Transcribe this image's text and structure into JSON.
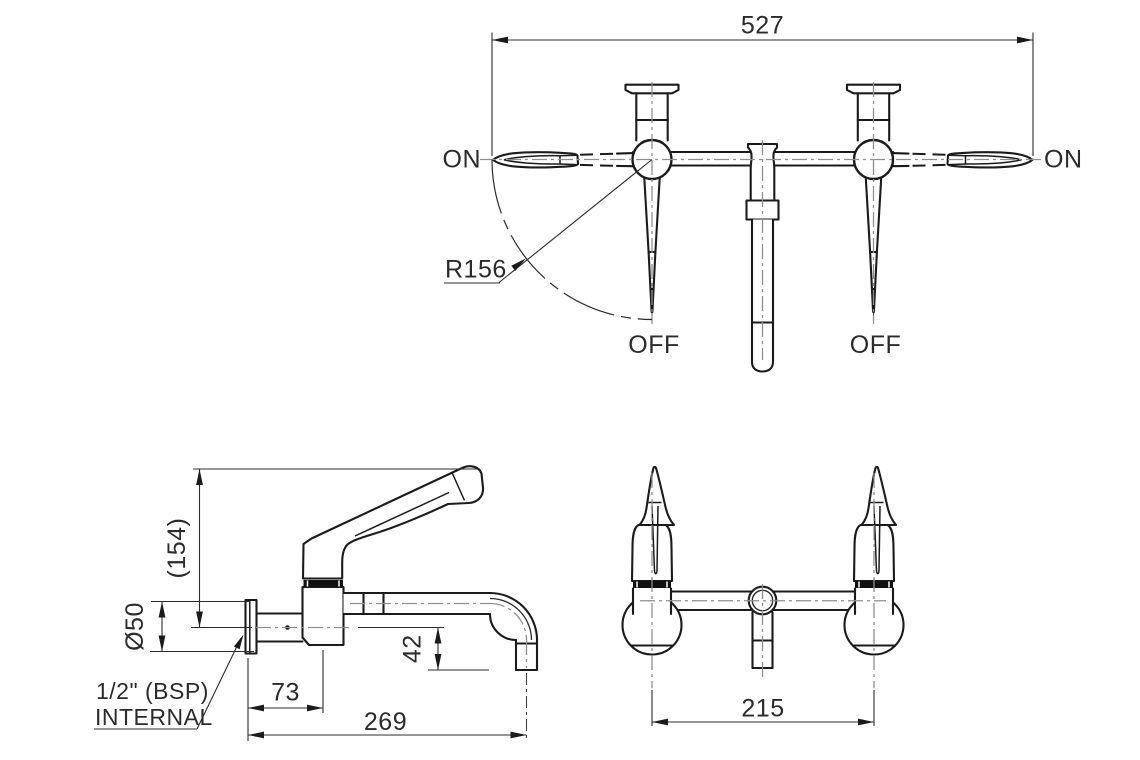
{
  "plan_view": {
    "width_dim": "527",
    "radius_dim": "R156",
    "on_label_left": "ON",
    "on_label_right": "ON",
    "off_label_left": "OFF",
    "off_label_right": "OFF"
  },
  "side_view": {
    "height_dim": "(154)",
    "flange_dia_dim": "Ø50",
    "spout_drop_dim": "42",
    "wall_to_axis_dim": "73",
    "reach_dim": "269",
    "inlet_note_line1": "1/2\" (BSP)",
    "inlet_note_line2": "INTERNAL"
  },
  "front_view": {
    "centres_dim": "215"
  },
  "colors": {
    "line": "#1b1b1b",
    "thin_line": "#2c2c2c",
    "centerline": "#8f8f8f",
    "text": "#2b2b2b",
    "background": "#ffffff"
  }
}
